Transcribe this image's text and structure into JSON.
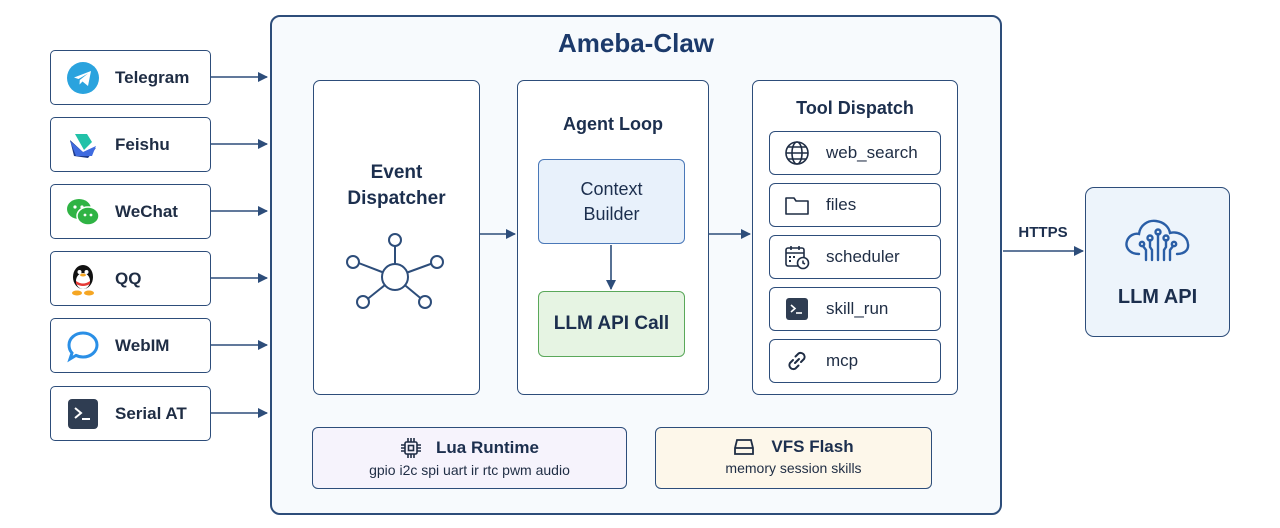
{
  "title": "Ameba-Claw",
  "channels": [
    {
      "label": "Telegram",
      "icon": "telegram-icon"
    },
    {
      "label": "Feishu",
      "icon": "feishu-icon"
    },
    {
      "label": "WeChat",
      "icon": "wechat-icon"
    },
    {
      "label": "QQ",
      "icon": "qq-icon"
    },
    {
      "label": "WebIM",
      "icon": "chat-bubble-icon"
    },
    {
      "label": "Serial AT",
      "icon": "terminal-icon"
    }
  ],
  "event_dispatcher": {
    "line1": "Event",
    "line2": "Dispatcher",
    "icon": "hub-icon"
  },
  "agent_loop": {
    "title": "Agent Loop",
    "context_builder": {
      "line1": "Context",
      "line2": "Builder"
    },
    "llm_call": "LLM API Call"
  },
  "tool_dispatch": {
    "title": "Tool Dispatch",
    "tools": [
      {
        "label": "web_search",
        "icon": "globe-icon"
      },
      {
        "label": "files",
        "icon": "folder-icon"
      },
      {
        "label": "scheduler",
        "icon": "calendar-clock-icon"
      },
      {
        "label": "skill_run",
        "icon": "terminal-icon"
      },
      {
        "label": "mcp",
        "icon": "link-icon"
      }
    ]
  },
  "lua_runtime": {
    "title": "Lua Runtime",
    "subtitle": "gpio i2c spi uart ir rtc pwm audio",
    "icon": "chip-icon"
  },
  "vfs_flash": {
    "title": "VFS Flash",
    "subtitle": "memory session skills",
    "icon": "drive-icon"
  },
  "https_label": "HTTPS",
  "llm_api": {
    "label": "LLM API",
    "icon": "cloud-circuit-icon"
  },
  "colors": {
    "stroke": "#2d4d7a",
    "context_fill": "#e8f1fb",
    "llm_call_fill": "#e6f4e3",
    "lua_fill": "#f6f3fc",
    "vfs_fill": "#fdf7ea",
    "llm_api_fill": "#edf4fb"
  }
}
